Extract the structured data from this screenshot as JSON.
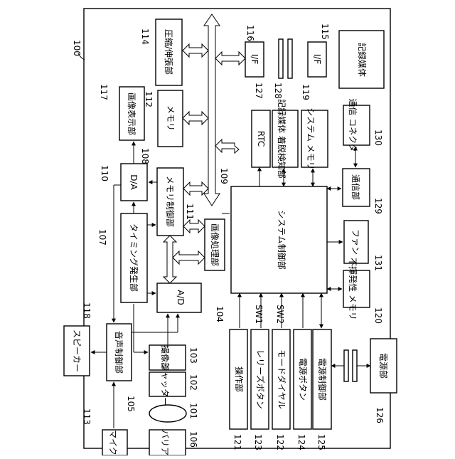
{
  "figure": {
    "ref_main": "100",
    "blocks": {
      "b114": "圧縮/伸張部",
      "b116": "I/F",
      "b116b": "I/F",
      "b115": "記録媒体",
      "b117": "画像表示部",
      "b112": "メモリ",
      "b127": "RTC",
      "b128": "記録媒体 着脱検知部",
      "b119": "システム メモリ",
      "b130": "通信 コネクタ",
      "b110": "D/A",
      "b108": "メモリ制御部",
      "b111": "画像処理部",
      "b109": "システム制御部",
      "b129": "通信部",
      "b131": "ファン",
      "b107": "タイミング発生部",
      "b104": "A/D",
      "b120": "不揮発性 メモリ",
      "b118": "スピーカー",
      "b105": "音声制御部",
      "b103": "撮像部",
      "b102": "シャッター",
      "b101": "",
      "b113": "マイク",
      "b106": "バリア",
      "b121": "操作部",
      "b123": "レリーズボタン",
      "b122": "モードダイヤル",
      "b124": "電源ボタン",
      "b125": "電源制御部",
      "b126": "電源部"
    },
    "signals": {
      "sw1": "SW1",
      "sw2": "SW2"
    },
    "refs": {
      "r114": "114",
      "r116": "116",
      "r115": "115",
      "r117": "117",
      "r112": "112",
      "r127": "127",
      "r128": "128",
      "r119": "119",
      "r130": "130",
      "r110": "110",
      "r108": "108",
      "r109": "109",
      "r111": "111",
      "r129": "129",
      "r107": "107",
      "r131": "131",
      "r104": "104",
      "r120": "120",
      "r118": "118",
      "r105": "105",
      "r103": "103",
      "r102": "102",
      "r101": "101",
      "r113": "113",
      "r106": "106",
      "r121": "121",
      "r123": "123",
      "r122": "122",
      "r124": "124",
      "r125": "125",
      "r126": "126"
    }
  }
}
